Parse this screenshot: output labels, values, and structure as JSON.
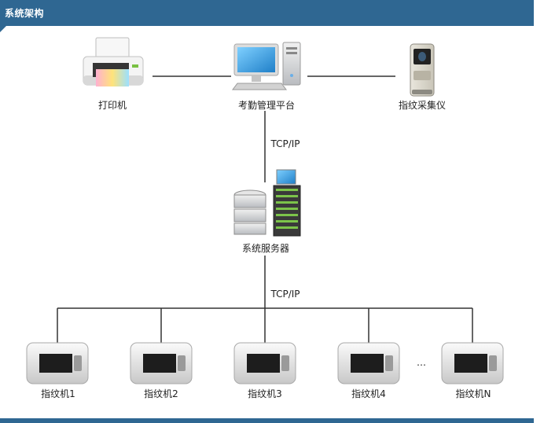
{
  "header": {
    "title": "系统架构"
  },
  "nodes": {
    "printer": "打印机",
    "platform": "考勤管理平台",
    "collector": "指纹采集仪",
    "server": "系统服务器"
  },
  "protocols": {
    "upper": "TCP/IP",
    "lower": "TCP/IP"
  },
  "terminals": [
    "指纹机1",
    "指纹机2",
    "指纹机3",
    "指纹机4",
    "指纹机N"
  ],
  "ellipsis": "…",
  "colors": {
    "header": "#2f6792",
    "line": "#333333",
    "screen": "#1d1d1d"
  },
  "icons": [
    "printer-icon",
    "computer-icon",
    "fingerprint-scanner-icon",
    "server-icon",
    "fingerprint-terminal-icon"
  ]
}
